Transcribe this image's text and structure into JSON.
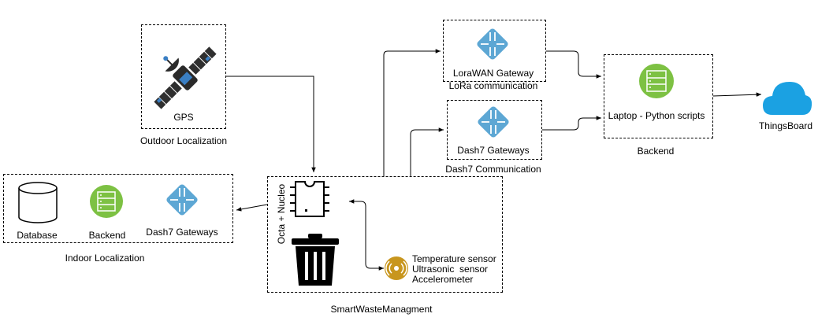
{
  "gps": {
    "label": "GPS",
    "caption": "Outdoor Localization"
  },
  "indoor": {
    "database": "Database",
    "backend": "Backend",
    "gateways": "Dash7 Gateways",
    "caption": "Indoor Localization"
  },
  "device": {
    "board_label": "Octa + Nucleo",
    "caption": "SmartWasteManagment",
    "sensors": [
      "Temperature sensor",
      "Ultrasonic  sensor",
      "Accelerometer"
    ]
  },
  "lorawan": {
    "label": "LoraWAN Gateway",
    "caption": "LoRa communication"
  },
  "dash7": {
    "label": "Dash7 Gateways",
    "caption": "Dash7 Communication"
  },
  "backend": {
    "label": "Laptop - Python scripts",
    "caption": "Backend"
  },
  "cloud": {
    "label": "ThingsBoard"
  },
  "colors": {
    "router": "#5DA7D4",
    "server": "#7DC143",
    "cloud": "#1BA1E2",
    "sensor": "#C8961E"
  }
}
